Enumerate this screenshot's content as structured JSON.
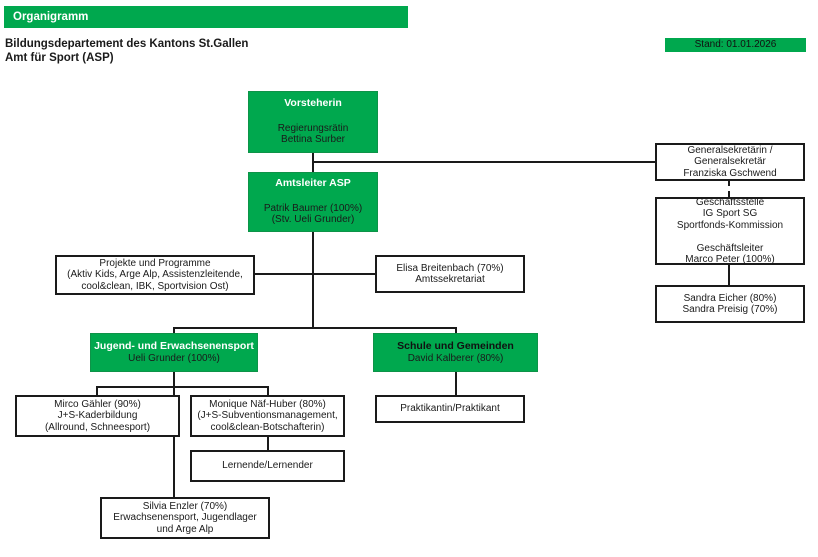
{
  "header": {
    "bar_label": "Organigramm",
    "title_line1": "Bildungsdepartement des Kantons St.Gallen",
    "title_line2": "Amt für Sport (ASP)",
    "stand_label": "Stand: 01.01.2026"
  },
  "colors": {
    "green": "#00A84E",
    "line": "#1a1a1a"
  },
  "nodes": {
    "vorsteherin": {
      "title": "Vorsteherin",
      "lines": [
        "Regierungsrätin",
        "Bettina Surber"
      ]
    },
    "amtsleiter": {
      "title": "Amtsleiter ASP",
      "lines": [
        "Patrik Baumer (100%)",
        "(Stv. Ueli Grunder)"
      ]
    },
    "generalsekretariat": {
      "lines": [
        "Generalsekretärin /",
        "Generalsekretär",
        "Franziska Gschwend"
      ]
    },
    "geschaeftsstelle": {
      "lines": [
        "Geschäftsstelle",
        "IG Sport SG",
        "Sportfonds-Kommission",
        " ",
        "Geschäftsleiter",
        "Marco Peter (100%)"
      ]
    },
    "sandra": {
      "lines": [
        "Sandra Eicher (80%)",
        "Sandra Preisig (70%)"
      ]
    },
    "projekte": {
      "lines": [
        "Projekte und Programme",
        "(Aktiv Kids, Arge Alp, Assistenzleitende,",
        "cool&clean, IBK, Sportvision Ost)"
      ]
    },
    "amtssekretariat": {
      "lines": [
        "Elisa Breitenbach (70%)",
        "Amtssekretariat"
      ]
    },
    "jugend": {
      "title": "Jugend- und Erwachsenensport",
      "lines": [
        "Ueli Grunder (100%)"
      ]
    },
    "schule": {
      "title": "Schule und Gemeinden",
      "lines": [
        "David Kalberer (80%)"
      ]
    },
    "mirco": {
      "lines": [
        "Mirco Gähler (90%)",
        "J+S-Kaderbildung",
        "(Allround, Schneesport)"
      ]
    },
    "monique": {
      "lines": [
        "Monique Näf-Huber (80%)",
        "(J+S-Subventionsmanagement,",
        "cool&clean-Botschafterin)"
      ]
    },
    "praktikant": {
      "lines": [
        "Praktikantin/Praktikant"
      ]
    },
    "lernende": {
      "lines": [
        "Lernende/Lernender"
      ]
    },
    "silvia": {
      "lines": [
        "Silvia Enzler (70%)",
        "Erwachsenensport, Jugendlager",
        "und Arge Alp"
      ]
    }
  }
}
